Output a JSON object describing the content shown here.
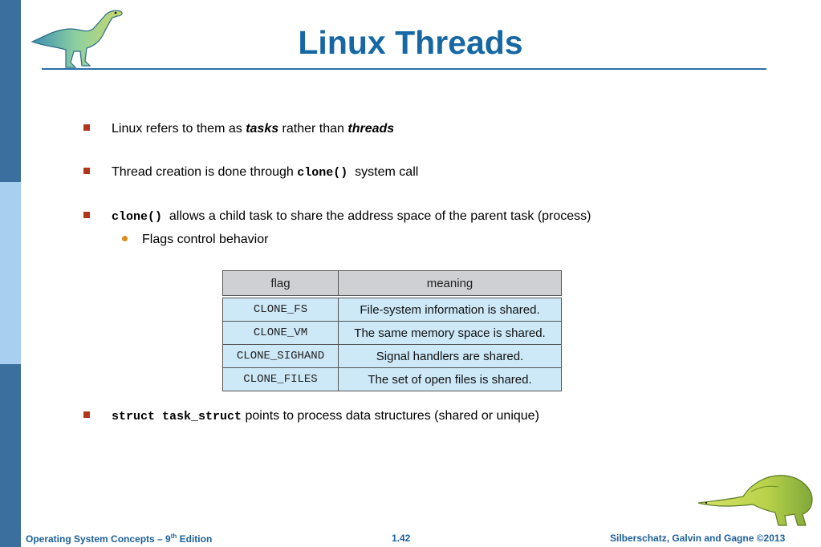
{
  "slide": {
    "title": "Linux Threads",
    "bullets": [
      {
        "pre": "Linux refers to them as ",
        "em1": "tasks",
        "mid": " rather than ",
        "em2": "threads"
      },
      {
        "pre": "Thread creation is done through ",
        "code": "clone()",
        "post": "  system call"
      },
      {
        "code": "clone()",
        "post": "  allows a child task to share the address space of the parent task (process)"
      },
      {
        "sub": "Flags control behavior"
      },
      {
        "code": "struct task_struct",
        "post": " points to process data structures (shared or unique)"
      }
    ],
    "table": {
      "headers": [
        "flag",
        "meaning"
      ],
      "rows": [
        {
          "flag": "CLONE_FS",
          "meaning": "File-system information is shared."
        },
        {
          "flag": "CLONE_VM",
          "meaning": "The same memory space is shared."
        },
        {
          "flag": "CLONE_SIGHAND",
          "meaning": "Signal handlers are shared."
        },
        {
          "flag": "CLONE_FILES",
          "meaning": "The set of open files is shared."
        }
      ]
    }
  },
  "footer": {
    "left_text": "Operating System Concepts – 9",
    "left_sup": "th",
    "left_tail": " Edition",
    "page": "1.42",
    "right": "Silberschatz, Galvin and Gagne ©2013"
  },
  "colors": {
    "title": "#1667a3",
    "bullet_square": "#b3361b",
    "bullet_dot": "#e08a1e",
    "table_cell": "#cde8f7",
    "table_header": "#cfd0d4"
  }
}
